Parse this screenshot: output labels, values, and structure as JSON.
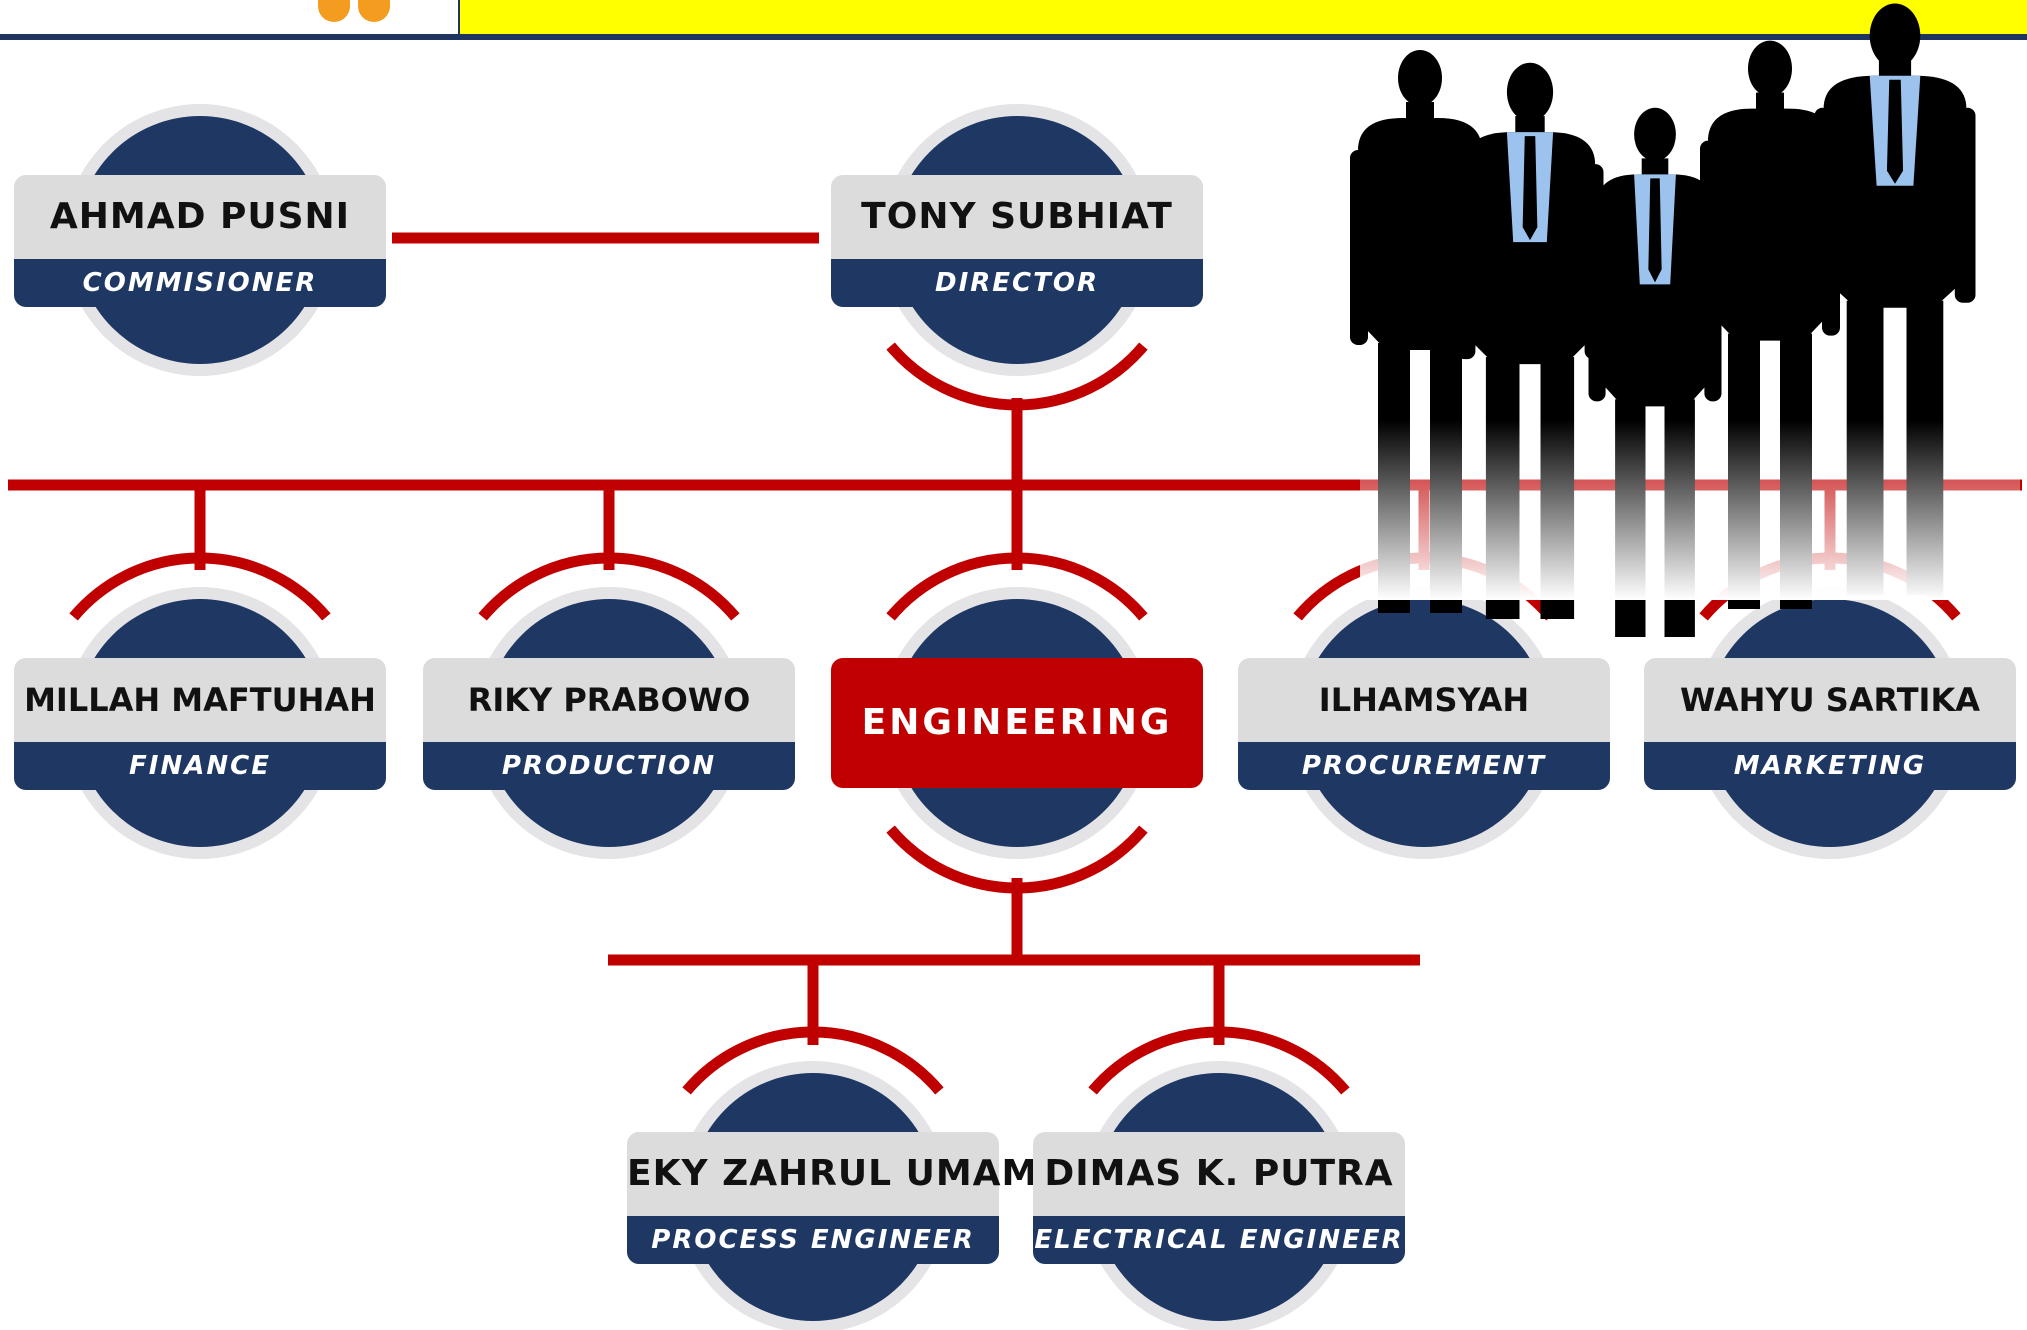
{
  "colors": {
    "accent_red": "#c00000",
    "navy": "#1f3763",
    "card_gray": "#dcdcdc",
    "header_yellow": "#ffff00",
    "header_dots": "#f39c1f"
  },
  "people_image": {
    "icon": "business-people-silhouette"
  },
  "org_chart": {
    "commissioner": {
      "name": "AHMAD PUSNI",
      "title": "COMMISIONER"
    },
    "director": {
      "name": "TONY SUBHIAT",
      "title": "DIRECTOR"
    },
    "departments": [
      {
        "name": "MILLAH MAFTUHAH",
        "title": "FINANCE"
      },
      {
        "name": "RIKY PRABOWO",
        "title": "PRODUCTION"
      },
      {
        "name": "ENGINEERING",
        "title": ""
      },
      {
        "name": "ILHAMSYAH",
        "title": "PROCUREMENT"
      },
      {
        "name": "WAHYU SARTIKA",
        "title": "MARKETING"
      }
    ],
    "engineering_staff": [
      {
        "name": "EKY ZAHRUL UMAM",
        "title": "PROCESS ENGINEER"
      },
      {
        "name": "DIMAS K. PUTRA",
        "title": "ELECTRICAL ENGINEER"
      }
    ]
  }
}
